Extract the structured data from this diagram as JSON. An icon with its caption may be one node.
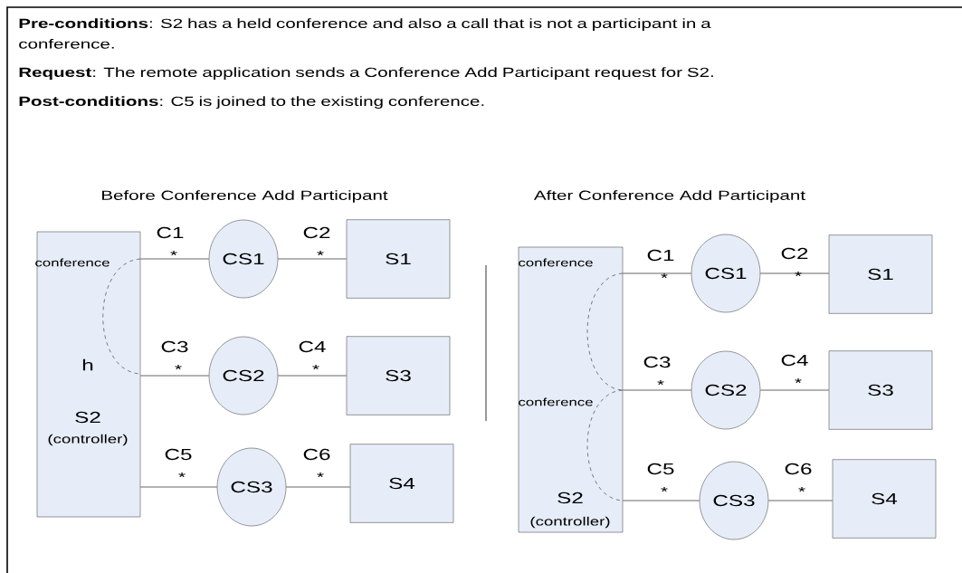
{
  "diagram": {
    "nodes": [
      {
        "text": [
          "conference",
          "h",
          "S2",
          "(controller)"
        ]
      },
      {
        "text": [
          "CS1"
        ]
      },
      {
        "text": [
          "S1"
        ]
      },
      {
        "text": [
          "CS2"
        ]
      },
      {
        "text": [
          "S3"
        ]
      },
      {
        "text": [
          "CS3"
        ]
      },
      {
        "text": [
          "S4"
        ]
      },
      {
        "text": [
          "conference",
          "conference",
          "S2",
          "(controller)"
        ]
      },
      {
        "text": [
          "CS1"
        ]
      },
      {
        "text": [
          "S1"
        ]
      },
      {
        "text": [
          "CS2"
        ]
      },
      {
        "text": [
          "S3"
        ]
      },
      {
        "text": [
          "CS3"
        ]
      },
      {
        "text": [
          "S4"
        ]
      }
    ],
    "edges": [
      {
        "from": 0,
        "to": 1,
        "arrow": "none",
        "label": "C1"
      },
      {
        "from": 1,
        "to": 2,
        "arrow": "none",
        "label": "C2"
      },
      {
        "from": 0,
        "to": 3,
        "arrow": "none",
        "label": "C3"
      },
      {
        "from": 3,
        "to": 4,
        "arrow": "none",
        "label": "C4"
      },
      {
        "from": 0,
        "to": 5,
        "arrow": "none",
        "label": "C5"
      },
      {
        "from": 5,
        "to": 6,
        "arrow": "none",
        "label": "C6"
      },
      {
        "from": 7,
        "to": 8,
        "arrow": "none",
        "label": "C1"
      },
      {
        "from": 8,
        "to": 9,
        "arrow": "none",
        "label": "C2"
      },
      {
        "from": 7,
        "to": 10,
        "arrow": "none",
        "label": "C3"
      },
      {
        "from": 10,
        "to": 11,
        "arrow": "none",
        "label": "C4"
      },
      {
        "from": 7,
        "to": 12,
        "arrow": "none",
        "label": "C5"
      },
      {
        "from": 12,
        "to": 13,
        "arrow": "none",
        "label": "C6"
      }
    ],
    "labels": [
      "**Pre-conditions**:  S2 has a held conference and also a call that is not a participant in a conference.",
      "**Request**:  The remote application sends a Conference Add Participant request for S2.",
      "**Post-conditions**:  C5 is joined to the existing conference.",
      "Before Conference Add Participant",
      "After Conference Add Participant",
      "*",
      "*",
      "*",
      "*",
      "*",
      "*",
      "*",
      "*",
      "*",
      "*",
      "*",
      "*"
    ]
  }
}
